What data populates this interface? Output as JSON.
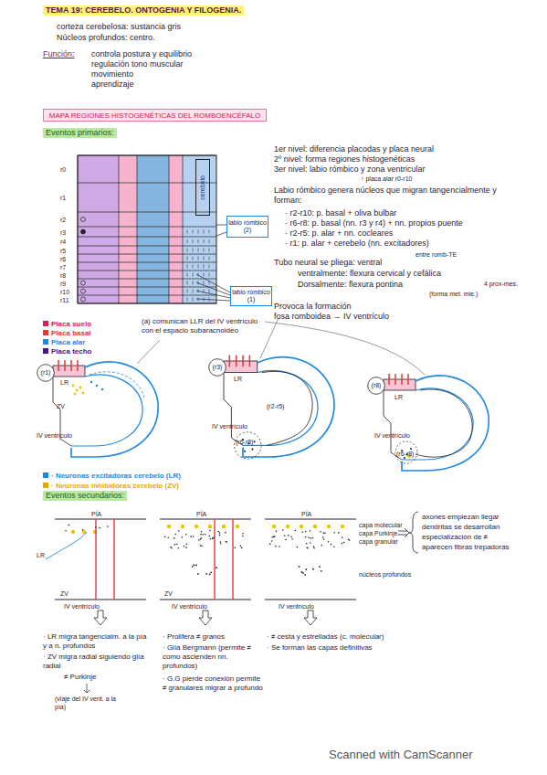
{
  "diagram": {
    "title": "TEMA 19: CEREBELO. ONTOGENIA Y FILOGENIA.",
    "nodes": [
      {
        "text": [
          "MAPA REGIONES HISTOGENÉTICAS DEL ROMBOENCÉFALO"
        ]
      },
      {
        "text": [
          "cerebelo"
        ]
      },
      {
        "text": [
          "labio rómbico (2)"
        ]
      },
      {
        "text": [
          "labio rómbico (1)"
        ]
      },
      {
        "text": [
          "(r1)"
        ]
      },
      {
        "text": [
          "(r3)"
        ]
      },
      {
        "text": [
          "(r8)"
        ]
      }
    ],
    "labels": [
      "corteza cerebelosa: sustancia gris",
      "Núcleos profundos: centro.",
      "Función:",
      "controla postura y equilibrio",
      "regulación tono muscular",
      "movimiento",
      "aprendizaje",
      "Eventos primarios:",
      "r0",
      "r1",
      "r2",
      "r3",
      "r4",
      "r5",
      "r6",
      "r7",
      "r8",
      "r9",
      "r10",
      "r11",
      "1er nivel: diferencia placodas y placa neural",
      "2º nivel: forma regiones histogenéticas",
      "3er nivel: labio rómbico y zona ventricular",
      "↑ placa alar r0-r10",
      "Labio rómbico genera núcleos que migran tangencialmente y forman:",
      "· r2-r10: p. basal + oliva bulbar",
      "· r6-r8: p. basal (nn. r3 y r4) + nn. propios puente",
      "· r2-r5: p. alar + nn. cocleares",
      "· r1: p. alar + cerebelo (nn. excitadores)",
      "Tubo neural se pliega: ventral",
      "entre romb-TE",
      "ventralmente: flexura cervical y cefálica",
      "Dorsalmente: flexura pontina",
      "4 prox-mes.",
      "(forma met. mie.)",
      "Provoca la formación",
      "fosa romboidea → IV ventrículo",
      "(a) comunican LLR del IV ventrículo con el espacio subaracnoideo",
      "LR",
      "ZV",
      "IV ventrículo",
      "LR",
      "IV ventrículo",
      "(r6-r8)",
      "(r2-r5)",
      "LR",
      "IV ventrículo",
      "(r6-r8)",
      "Eventos secundarios:",
      "PÍA",
      "PÍA",
      "PÍA",
      "LR",
      "ZV",
      "IV ventrículo",
      "ZV",
      "IV ventrículo",
      "IV ventrículo",
      "capa molecular",
      "capa Purkinje",
      "capa granular",
      "núcleos profundos",
      "axones empiezan llegar",
      "dendritas se desarrollan",
      "especialización de ≠",
      "aparecen fibras trepadoras",
      "· LR migra tangencialm. a la pía y a n. profundos",
      "· ZV migra radial siguiendo glía radial",
      "≠ Purkinje",
      "(viaje del IV vent. a la pía)",
      "· Prolifera ≠ granos",
      "· Glía Bergmann (permite ≠ como ascienden nn. profundos)",
      "· G.G pierde conexión permite ≠ granulares migrar a profundo",
      "· ≠ cesta y estrelladas (c. molecular)",
      "· Se forman las capas definitivas",
      "Scanned with CamScanner"
    ],
    "legend": [
      {
        "text": "Placa suelo",
        "color": "#d81b60"
      },
      {
        "text": "Placa basal",
        "color": "#e53935"
      },
      {
        "text": "Placa alar",
        "color": "#1e88e5"
      },
      {
        "text": "Placa techo",
        "color": "#4a148c"
      },
      {
        "text": "· Neuronas excitadoras cerebelo (LR)",
        "color": "#1e88e5"
      },
      {
        "text": "· Neuronas inhibidoras cerebelo (ZV)",
        "color": "#e6a800"
      }
    ]
  }
}
